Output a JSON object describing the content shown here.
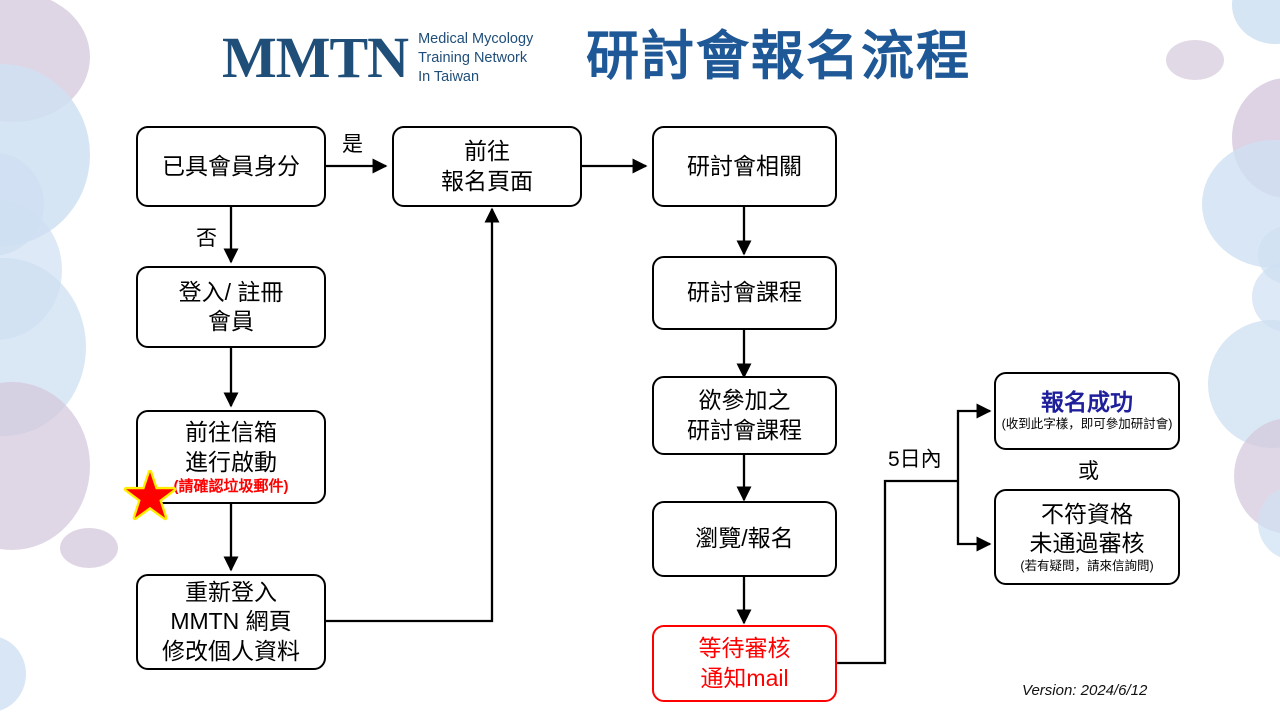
{
  "header": {
    "logo_mark": "MMTN",
    "logo_tagline_line1": "Medical Mycology",
    "logo_tagline_line2": "Training Network",
    "logo_tagline_line3": "In Taiwan",
    "title": "研討會報名流程",
    "title_color": "#1f5896",
    "logo_color": "#1f4e79"
  },
  "footer": {
    "version": "Version: 2024/6/12"
  },
  "nodes": {
    "member_check": {
      "line1": "已具會員身分"
    },
    "login_register": {
      "line1": "登入/ 註冊",
      "line2": "會員"
    },
    "mailbox_activate": {
      "line1": "前往信箱",
      "line2": "進行啟動",
      "note": "(請確認垃圾郵件)",
      "note_color": "#ff0000"
    },
    "relogin_profile": {
      "line1": "重新登入",
      "line2": "MMTN 網頁",
      "line3": "修改個人資料"
    },
    "go_signup_page": {
      "line1": "前往",
      "line2": "報名頁面"
    },
    "seminar_info": {
      "line1": "研討會相關"
    },
    "seminar_courses": {
      "line1": "研討會課程"
    },
    "desired_courses": {
      "line1": "欲參加之",
      "line2": "研討會課程"
    },
    "browse_signup": {
      "line1": "瀏覽/報名"
    },
    "awaiting_review": {
      "line1": "等待審核",
      "line2": "通知mail",
      "color": "#ff0000"
    },
    "success": {
      "title": "報名成功",
      "note": "(收到此字樣，即可參加研討會)",
      "title_color": "#1f1f9c"
    },
    "rejected": {
      "line1": "不符資格",
      "line2": "未通過審核",
      "note": "(若有疑問，請來信詢問)"
    }
  },
  "edge_labels": {
    "yes": "是",
    "no": "否",
    "within_5_days": "5日內",
    "or": "或"
  },
  "star": {
    "fill": "#ff0000",
    "glow": "#ffee00"
  },
  "background_blobs": [
    {
      "color": "#d9cfe0",
      "opacity": 0.75
    },
    {
      "color": "#cfe0f2",
      "opacity": 0.75
    }
  ]
}
